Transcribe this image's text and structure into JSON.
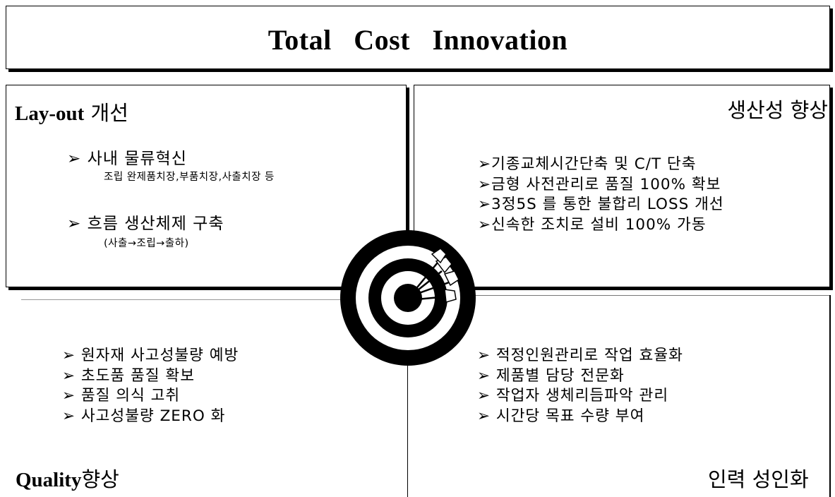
{
  "title": "Total   Cost   Innovation",
  "quadrants": {
    "top_left": {
      "heading_en": "Lay-out",
      "heading_ko": " 개선",
      "items": [
        {
          "text": "➢ 사내 물류혁신",
          "sub": "조립 완제품치장,부품치장,사출치장 등"
        },
        {
          "text": "➢ 흐름 생산체제 구축",
          "sub": "(사출→조립→출하)"
        }
      ]
    },
    "top_right": {
      "heading": "생산성 향상",
      "items": [
        "➢기종교체시간단축 및 C/T 단축",
        "➢금형 사전관리로 품질 100% 확보",
        "➢3정5S 를 통한 불합리 LOSS 개선",
        "➢신속한 조치로 설비 100% 가동"
      ]
    },
    "bottom_left": {
      "heading_en": "Quality",
      "heading_ko": "향상",
      "items": [
        "➢ 원자재 사고성불량 예방",
        "➢ 초도품 품질 확보",
        "➢ 품질 의식 고취",
        "➢ 사고성불량 ZERO 화"
      ]
    },
    "bottom_right": {
      "heading": "인력 성인화",
      "items": [
        "➢ 적정인원관리로 작업 효율화",
        "➢ 제품별 담당 전문화",
        "➢ 작업자 생체리듬파악 관리",
        "➢ 시간당 목표 수량 부여"
      ]
    }
  },
  "center_graphic": "target-dartboard-icon"
}
